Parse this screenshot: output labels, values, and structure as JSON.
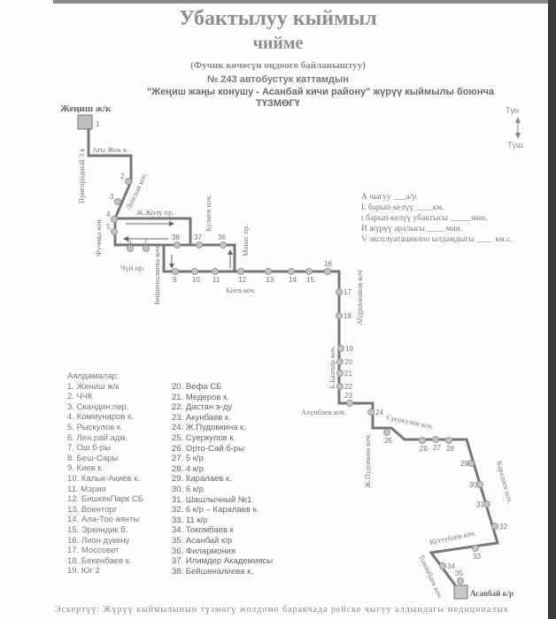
{
  "header": {
    "title_line1": "Убактылуу кыймыл",
    "title_line2": "чийме",
    "subtitle": "(Фучик көчөсүн оңдоого байланыштуу)",
    "route_line": "№ 243  автобустук каттамдын",
    "route_name": "\"Жеңиш жаңы конушу - Асанбай кичи району\" жүрүү кыймылы боюнча",
    "scheme": "ТҮЗМӨГҮ"
  },
  "compass": {
    "north": "Түн",
    "south": "Түш."
  },
  "terminals": {
    "start": "Жеңиш ж/к",
    "end": "Асанбай к/р"
  },
  "streets": {
    "prigorodny": "Пригородный 3 к",
    "aty_jok": "Аты Жок к.",
    "lenskaya": "Ленская коч.",
    "fuchik": "Фучика коч.",
    "zh_jolu": "Ж.Жолу пр.",
    "kulieva": "Кулиев коч.",
    "manas": "Манас пр.",
    "chui": "Чүй пр.",
    "beishenalieva": "Бейшеналиева коч",
    "kiev": "Киев коч.",
    "abdrakhmanov": "Абдрахманов коч",
    "b_baatyr": "Б.Баатыр коч.",
    "akhunbaev": "Ахунбаев коч.",
    "pudovkin": "Ж.Пудовкин коч.",
    "suerkulov": "Суеркулов коч.",
    "karalaev": "Каралаев коч.",
    "kuttubaev": "Куттубаев коч.",
    "tokombaev": "Токомбаев коч."
  },
  "stops": [
    "1",
    "2",
    "3",
    "4",
    "5",
    "6",
    "7",
    "38",
    "37",
    "36",
    "9",
    "10",
    "11",
    "12",
    "13",
    "14",
    "15",
    "16",
    "17",
    "18",
    "19",
    "20",
    "21",
    "22",
    "23",
    "24",
    "25",
    "26",
    "27",
    "28",
    "29",
    "30",
    "31",
    "32",
    "33",
    "34",
    "35"
  ],
  "info": [
    "А чыгуу ___а/у.",
    "L барып-келүү ____км.",
    "t барып-келүү убактысы _____мин.",
    "И жүрүү аралыгы ____ мин.",
    "V эксплуатациялоо ылдамдыгы ____ км.с."
  ],
  "legend": {
    "heading": "Аялдамалар:",
    "col1": [
      "1.  Жениш ж/к",
      "2. ЧЧК",
      "3. Скандин.пер.",
      "4. Коммунаров к.",
      "5. Рыскулов к.",
      "6. Лен.рай.адм.",
      "7. Ош б-ры",
      "8. Беш-Сары",
      "9. Киев к.",
      "10. Калык-Акиев к.",
      "11. Мэрия",
      "12. БишкекПарк СБ",
      "13. Военторг",
      "14. Ала-Тоо аянты",
      "15. Эркиндик б.",
      "16. Лион дүкөнү",
      "17. Моссовет",
      "18. Бекенбаев к.",
      "19. Юг 2"
    ],
    "col2": [
      "20. Вефа СБ",
      "21. Медеров к.",
      "22. Дастан э-ду",
      "23. Акунбаев к.",
      "24. Ж.Пудовкина к.",
      "25. Суеркулов к.",
      "26. Орто-Сай б-ры",
      "27. 5 к/р",
      "28. 4 к/р",
      "29. Каралаев к.",
      "30. 6 к/р",
      "31. Шашлычный №1",
      "32.  6 к/р – Каралаев к.",
      "33. 11 к/р",
      "34. Токомбаев к",
      "35. Асанбай к/р",
      "36. Филармония",
      "37. Илимдер Академиясы",
      "38. Бейшеналиева к."
    ]
  },
  "note": "Эскертүү: Жүрүү кыймылынын түзмөгү жолдомо баракчада рейске чыгуу алдындагы медициналык"
}
